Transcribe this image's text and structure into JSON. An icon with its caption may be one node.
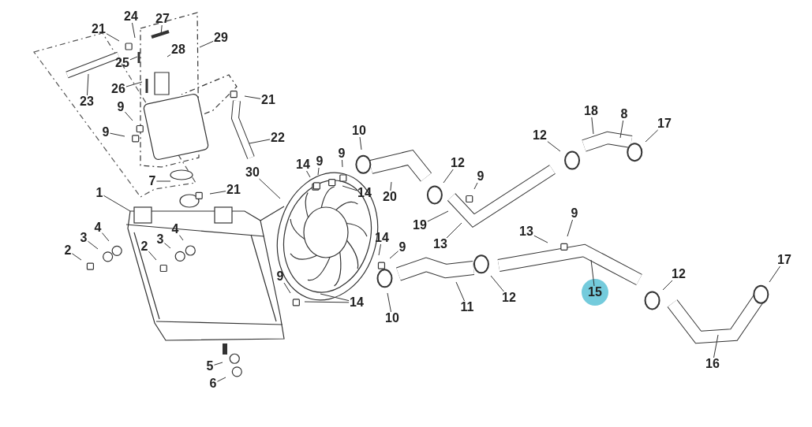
{
  "diagram": {
    "nodes": [
      {
        "text": [
          "21"
        ]
      },
      {
        "text": [
          "24"
        ]
      },
      {
        "text": [
          "27"
        ]
      },
      {
        "text": [
          "29"
        ]
      },
      {
        "text": [
          "28"
        ]
      },
      {
        "text": [
          "25"
        ]
      },
      {
        "text": [
          "26"
        ]
      },
      {
        "text": [
          "23"
        ]
      },
      {
        "text": [
          "21"
        ]
      },
      {
        "text": [
          "9"
        ]
      },
      {
        "text": [
          "9"
        ]
      },
      {
        "text": [
          "22"
        ]
      },
      {
        "text": [
          "10"
        ]
      },
      {
        "text": [
          "18"
        ]
      },
      {
        "text": [
          "8"
        ]
      },
      {
        "text": [
          "17"
        ]
      },
      {
        "text": [
          "12"
        ]
      },
      {
        "text": [
          "14"
        ]
      },
      {
        "text": [
          "9"
        ]
      },
      {
        "text": [
          "9"
        ]
      },
      {
        "text": [
          "30"
        ]
      },
      {
        "text": [
          "14"
        ]
      },
      {
        "text": [
          "20"
        ]
      },
      {
        "text": [
          "12"
        ]
      },
      {
        "text": [
          "9"
        ]
      },
      {
        "text": [
          "7"
        ]
      },
      {
        "text": [
          "21"
        ]
      },
      {
        "text": [
          "1"
        ]
      },
      {
        "text": [
          "19"
        ]
      },
      {
        "text": [
          "13"
        ]
      },
      {
        "text": [
          "13"
        ]
      },
      {
        "text": [
          "9"
        ]
      },
      {
        "text": [
          "4"
        ]
      },
      {
        "text": [
          "3"
        ]
      },
      {
        "text": [
          "2"
        ]
      },
      {
        "text": [
          "4"
        ]
      },
      {
        "text": [
          "3"
        ]
      },
      {
        "text": [
          "2"
        ]
      },
      {
        "text": [
          "14"
        ]
      },
      {
        "text": [
          "9"
        ]
      },
      {
        "text": [
          "9"
        ]
      },
      {
        "text": [
          "12"
        ]
      },
      {
        "text": [
          "15"
        ]
      },
      {
        "text": [
          "12"
        ]
      },
      {
        "text": [
          "17"
        ]
      },
      {
        "text": [
          "14"
        ]
      },
      {
        "text": [
          "10"
        ]
      },
      {
        "text": [
          "11"
        ]
      },
      {
        "text": [
          "16"
        ]
      },
      {
        "text": [
          "5"
        ]
      },
      {
        "text": [
          "6"
        ]
      }
    ],
    "edges": [
      {
        "from": 0,
        "to": null,
        "arrow": "none"
      },
      {
        "from": 1,
        "to": null,
        "arrow": "none"
      },
      {
        "from": 2,
        "to": null,
        "arrow": "none"
      },
      {
        "from": 3,
        "to": null,
        "arrow": "none"
      },
      {
        "from": 4,
        "to": null,
        "arrow": "none"
      },
      {
        "from": 5,
        "to": null,
        "arrow": "none"
      },
      {
        "from": 6,
        "to": null,
        "arrow": "none"
      },
      {
        "from": 7,
        "to": null,
        "arrow": "none"
      },
      {
        "from": 8,
        "to": null,
        "arrow": "none"
      },
      {
        "from": 9,
        "to": null,
        "arrow": "none"
      },
      {
        "from": 10,
        "to": null,
        "arrow": "none"
      },
      {
        "from": 11,
        "to": null,
        "arrow": "none"
      },
      {
        "from": 12,
        "to": null,
        "arrow": "none"
      },
      {
        "from": 13,
        "to": null,
        "arrow": "none"
      },
      {
        "from": 14,
        "to": null,
        "arrow": "none"
      },
      {
        "from": 15,
        "to": null,
        "arrow": "none"
      },
      {
        "from": 16,
        "to": null,
        "arrow": "none"
      },
      {
        "from": 17,
        "to": null,
        "arrow": "none"
      },
      {
        "from": 18,
        "to": null,
        "arrow": "none"
      },
      {
        "from": 19,
        "to": null,
        "arrow": "none"
      },
      {
        "from": 20,
        "to": null,
        "arrow": "none"
      },
      {
        "from": 21,
        "to": null,
        "arrow": "none"
      },
      {
        "from": 22,
        "to": null,
        "arrow": "none"
      },
      {
        "from": 23,
        "to": null,
        "arrow": "none"
      },
      {
        "from": 24,
        "to": null,
        "arrow": "none"
      },
      {
        "from": 25,
        "to": null,
        "arrow": "none"
      },
      {
        "from": 26,
        "to": null,
        "arrow": "none"
      },
      {
        "from": 27,
        "to": null,
        "arrow": "none"
      },
      {
        "from": 28,
        "to": null,
        "arrow": "none"
      },
      {
        "from": 29,
        "to": null,
        "arrow": "none"
      },
      {
        "from": 30,
        "to": null,
        "arrow": "none"
      },
      {
        "from": 31,
        "to": null,
        "arrow": "none"
      },
      {
        "from": 32,
        "to": null,
        "arrow": "none"
      },
      {
        "from": 33,
        "to": null,
        "arrow": "none"
      },
      {
        "from": 34,
        "to": null,
        "arrow": "none"
      },
      {
        "from": 35,
        "to": null,
        "arrow": "none"
      },
      {
        "from": 36,
        "to": null,
        "arrow": "none"
      },
      {
        "from": 37,
        "to": null,
        "arrow": "none"
      },
      {
        "from": 38,
        "to": null,
        "arrow": "none"
      },
      {
        "from": 39,
        "to": null,
        "arrow": "none"
      },
      {
        "from": 40,
        "to": null,
        "arrow": "none"
      },
      {
        "from": 41,
        "to": null,
        "arrow": "none"
      },
      {
        "from": 42,
        "to": null,
        "arrow": "none"
      },
      {
        "from": 43,
        "to": null,
        "arrow": "none"
      },
      {
        "from": 44,
        "to": null,
        "arrow": "none"
      },
      {
        "from": 45,
        "to": null,
        "arrow": "none"
      },
      {
        "from": 45,
        "to": null,
        "arrow": "none"
      },
      {
        "from": 46,
        "to": null,
        "arrow": "none"
      },
      {
        "from": 47,
        "to": null,
        "arrow": "none"
      },
      {
        "from": 48,
        "to": null,
        "arrow": "none"
      },
      {
        "from": 49,
        "to": null,
        "arrow": "none"
      },
      {
        "from": 50,
        "to": null,
        "arrow": "none"
      }
    ]
  }
}
